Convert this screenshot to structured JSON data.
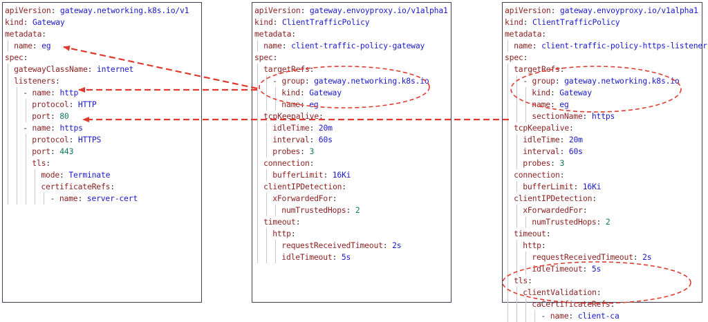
{
  "panels": [
    {
      "id": "gateway",
      "lines": [
        {
          "indent": 0,
          "dash": false,
          "key": "apiVersion",
          "value": "gateway.networking.k8s.io/v1",
          "vtype": "s"
        },
        {
          "indent": 0,
          "dash": false,
          "key": "kind",
          "value": "Gateway",
          "vtype": "s"
        },
        {
          "indent": 0,
          "dash": false,
          "key": "metadata",
          "value": "",
          "vtype": "s"
        },
        {
          "indent": 1,
          "dash": false,
          "key": "name",
          "value": "eg",
          "vtype": "s"
        },
        {
          "indent": 0,
          "dash": false,
          "key": "spec",
          "value": "",
          "vtype": "s"
        },
        {
          "indent": 1,
          "dash": false,
          "key": "gatewayClassName",
          "value": "internet",
          "vtype": "s"
        },
        {
          "indent": 1,
          "dash": false,
          "key": "listeners",
          "value": "",
          "vtype": "s"
        },
        {
          "indent": 2,
          "dash": true,
          "key": "name",
          "value": "http",
          "vtype": "s"
        },
        {
          "indent": 3,
          "dash": false,
          "key": "protocol",
          "value": "HTTP",
          "vtype": "s"
        },
        {
          "indent": 3,
          "dash": false,
          "key": "port",
          "value": "80",
          "vtype": "n"
        },
        {
          "indent": 2,
          "dash": true,
          "key": "name",
          "value": "https",
          "vtype": "s"
        },
        {
          "indent": 3,
          "dash": false,
          "key": "protocol",
          "value": "HTTPS",
          "vtype": "s"
        },
        {
          "indent": 3,
          "dash": false,
          "key": "port",
          "value": "443",
          "vtype": "n"
        },
        {
          "indent": 3,
          "dash": false,
          "key": "tls",
          "value": "",
          "vtype": "s"
        },
        {
          "indent": 4,
          "dash": false,
          "key": "mode",
          "value": "Terminate",
          "vtype": "s"
        },
        {
          "indent": 4,
          "dash": false,
          "key": "certificateRefs",
          "value": "",
          "vtype": "s"
        },
        {
          "indent": 5,
          "dash": true,
          "key": "name",
          "value": "server-cert",
          "vtype": "s"
        }
      ]
    },
    {
      "id": "client-traffic-policy-gateway",
      "lines": [
        {
          "indent": 0,
          "dash": false,
          "key": "apiVersion",
          "value": "gateway.envoyproxy.io/v1alpha1",
          "vtype": "s"
        },
        {
          "indent": 0,
          "dash": false,
          "key": "kind",
          "value": "ClientTrafficPolicy",
          "vtype": "s"
        },
        {
          "indent": 0,
          "dash": false,
          "key": "metadata",
          "value": "",
          "vtype": "s"
        },
        {
          "indent": 1,
          "dash": false,
          "key": "name",
          "value": "client-traffic-policy-gateway",
          "vtype": "s"
        },
        {
          "indent": 0,
          "dash": false,
          "key": "spec",
          "value": "",
          "vtype": "s"
        },
        {
          "indent": 1,
          "dash": false,
          "key": "targetRefs",
          "value": "",
          "vtype": "s"
        },
        {
          "indent": 2,
          "dash": true,
          "key": "group",
          "value": "gateway.networking.k8s.io",
          "vtype": "s"
        },
        {
          "indent": 3,
          "dash": false,
          "key": "kind",
          "value": "Gateway",
          "vtype": "s"
        },
        {
          "indent": 3,
          "dash": false,
          "key": "name",
          "value": "eg",
          "vtype": "s"
        },
        {
          "indent": 1,
          "dash": false,
          "key": "tcpKeepalive",
          "value": "",
          "vtype": "s"
        },
        {
          "indent": 2,
          "dash": false,
          "key": "idleTime",
          "value": "20m",
          "vtype": "s"
        },
        {
          "indent": 2,
          "dash": false,
          "key": "interval",
          "value": "60s",
          "vtype": "s"
        },
        {
          "indent": 2,
          "dash": false,
          "key": "probes",
          "value": "3",
          "vtype": "n"
        },
        {
          "indent": 1,
          "dash": false,
          "key": "connection",
          "value": "",
          "vtype": "s"
        },
        {
          "indent": 2,
          "dash": false,
          "key": "bufferLimit",
          "value": "16Ki",
          "vtype": "s"
        },
        {
          "indent": 1,
          "dash": false,
          "key": "clientIPDetection",
          "value": "",
          "vtype": "s"
        },
        {
          "indent": 2,
          "dash": false,
          "key": "xForwardedFor",
          "value": "",
          "vtype": "s"
        },
        {
          "indent": 3,
          "dash": false,
          "key": "numTrustedHops",
          "value": "2",
          "vtype": "n"
        },
        {
          "indent": 1,
          "dash": false,
          "key": "timeout",
          "value": "",
          "vtype": "s"
        },
        {
          "indent": 2,
          "dash": false,
          "key": "http",
          "value": "",
          "vtype": "s"
        },
        {
          "indent": 3,
          "dash": false,
          "key": "requestReceivedTimeout",
          "value": "2s",
          "vtype": "s"
        },
        {
          "indent": 3,
          "dash": false,
          "key": "idleTimeout",
          "value": "5s",
          "vtype": "s"
        }
      ]
    },
    {
      "id": "client-traffic-policy-https-listener",
      "lines": [
        {
          "indent": 0,
          "dash": false,
          "key": "apiVersion",
          "value": "gateway.envoyproxy.io/v1alpha1",
          "vtype": "s"
        },
        {
          "indent": 0,
          "dash": false,
          "key": "kind",
          "value": "ClientTrafficPolicy",
          "vtype": "s"
        },
        {
          "indent": 0,
          "dash": false,
          "key": "metadata",
          "value": "",
          "vtype": "s"
        },
        {
          "indent": 1,
          "dash": false,
          "key": "name",
          "value": "client-traffic-policy-https-listener",
          "vtype": "s"
        },
        {
          "indent": 0,
          "dash": false,
          "key": "spec",
          "value": "",
          "vtype": "s"
        },
        {
          "indent": 1,
          "dash": false,
          "key": "targetRefs",
          "value": "",
          "vtype": "s"
        },
        {
          "indent": 2,
          "dash": true,
          "key": "group",
          "value": "gateway.networking.k8s.io",
          "vtype": "s"
        },
        {
          "indent": 3,
          "dash": false,
          "key": "kind",
          "value": "Gateway",
          "vtype": "s"
        },
        {
          "indent": 3,
          "dash": false,
          "key": "name",
          "value": "eg",
          "vtype": "s"
        },
        {
          "indent": 3,
          "dash": false,
          "key": "sectionName",
          "value": "https",
          "vtype": "s"
        },
        {
          "indent": 1,
          "dash": false,
          "key": "tcpKeepalive",
          "value": "",
          "vtype": "s"
        },
        {
          "indent": 2,
          "dash": false,
          "key": "idleTime",
          "value": "20m",
          "vtype": "s"
        },
        {
          "indent": 2,
          "dash": false,
          "key": "interval",
          "value": "60s",
          "vtype": "s"
        },
        {
          "indent": 2,
          "dash": false,
          "key": "probes",
          "value": "3",
          "vtype": "n"
        },
        {
          "indent": 1,
          "dash": false,
          "key": "connection",
          "value": "",
          "vtype": "s"
        },
        {
          "indent": 2,
          "dash": false,
          "key": "bufferLimit",
          "value": "16Ki",
          "vtype": "s"
        },
        {
          "indent": 1,
          "dash": false,
          "key": "clientIPDetection",
          "value": "",
          "vtype": "s"
        },
        {
          "indent": 2,
          "dash": false,
          "key": "xForwardedFor",
          "value": "",
          "vtype": "s"
        },
        {
          "indent": 3,
          "dash": false,
          "key": "numTrustedHops",
          "value": "2",
          "vtype": "n"
        },
        {
          "indent": 1,
          "dash": false,
          "key": "timeout",
          "value": "",
          "vtype": "s"
        },
        {
          "indent": 2,
          "dash": false,
          "key": "http",
          "value": "",
          "vtype": "s"
        },
        {
          "indent": 3,
          "dash": false,
          "key": "requestReceivedTimeout",
          "value": "2s",
          "vtype": "s"
        },
        {
          "indent": 3,
          "dash": false,
          "key": "idleTimeout",
          "value": "5s",
          "vtype": "s"
        },
        {
          "indent": 1,
          "dash": false,
          "key": "tls",
          "value": "",
          "vtype": "s"
        },
        {
          "indent": 2,
          "dash": false,
          "key": "clientValidation",
          "value": "",
          "vtype": "s"
        },
        {
          "indent": 3,
          "dash": false,
          "key": "caCertificateRefs",
          "value": "",
          "vtype": "s"
        },
        {
          "indent": 4,
          "dash": true,
          "key": "name",
          "value": "client-ca",
          "vtype": "s"
        }
      ]
    }
  ],
  "colors": {
    "key": "#8b1f1f",
    "string": "#1a1acb",
    "number": "#0f7a5b",
    "annotation": "#e03a2e",
    "border": "#3d3d5c"
  }
}
